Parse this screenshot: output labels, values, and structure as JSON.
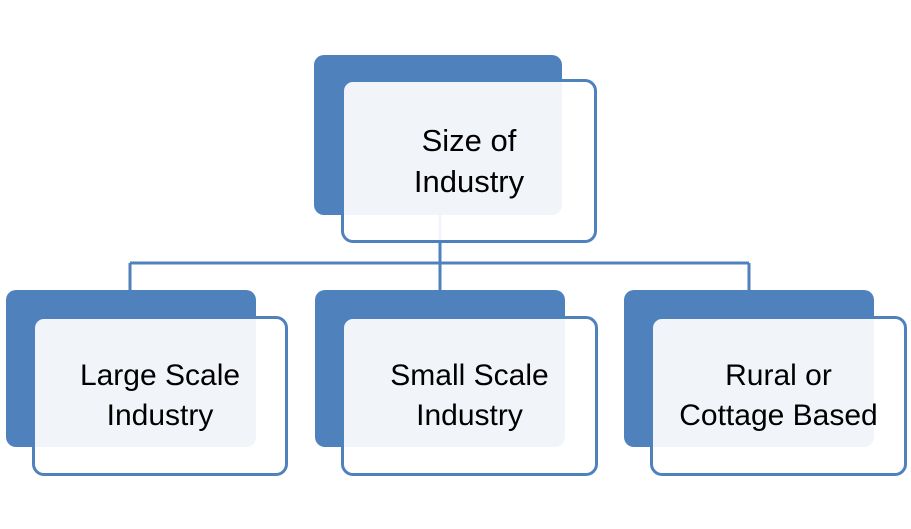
{
  "diagram": {
    "root": {
      "label": "Size of\nIndustry"
    },
    "children": [
      {
        "label": "Large Scale\nIndustry"
      },
      {
        "label": "Small Scale\nIndustry"
      },
      {
        "label": "Rural or\nCottage Based"
      }
    ]
  },
  "colors": {
    "accent": "#4f81bd",
    "box_fill": "#ffffff",
    "text": "#000000"
  }
}
